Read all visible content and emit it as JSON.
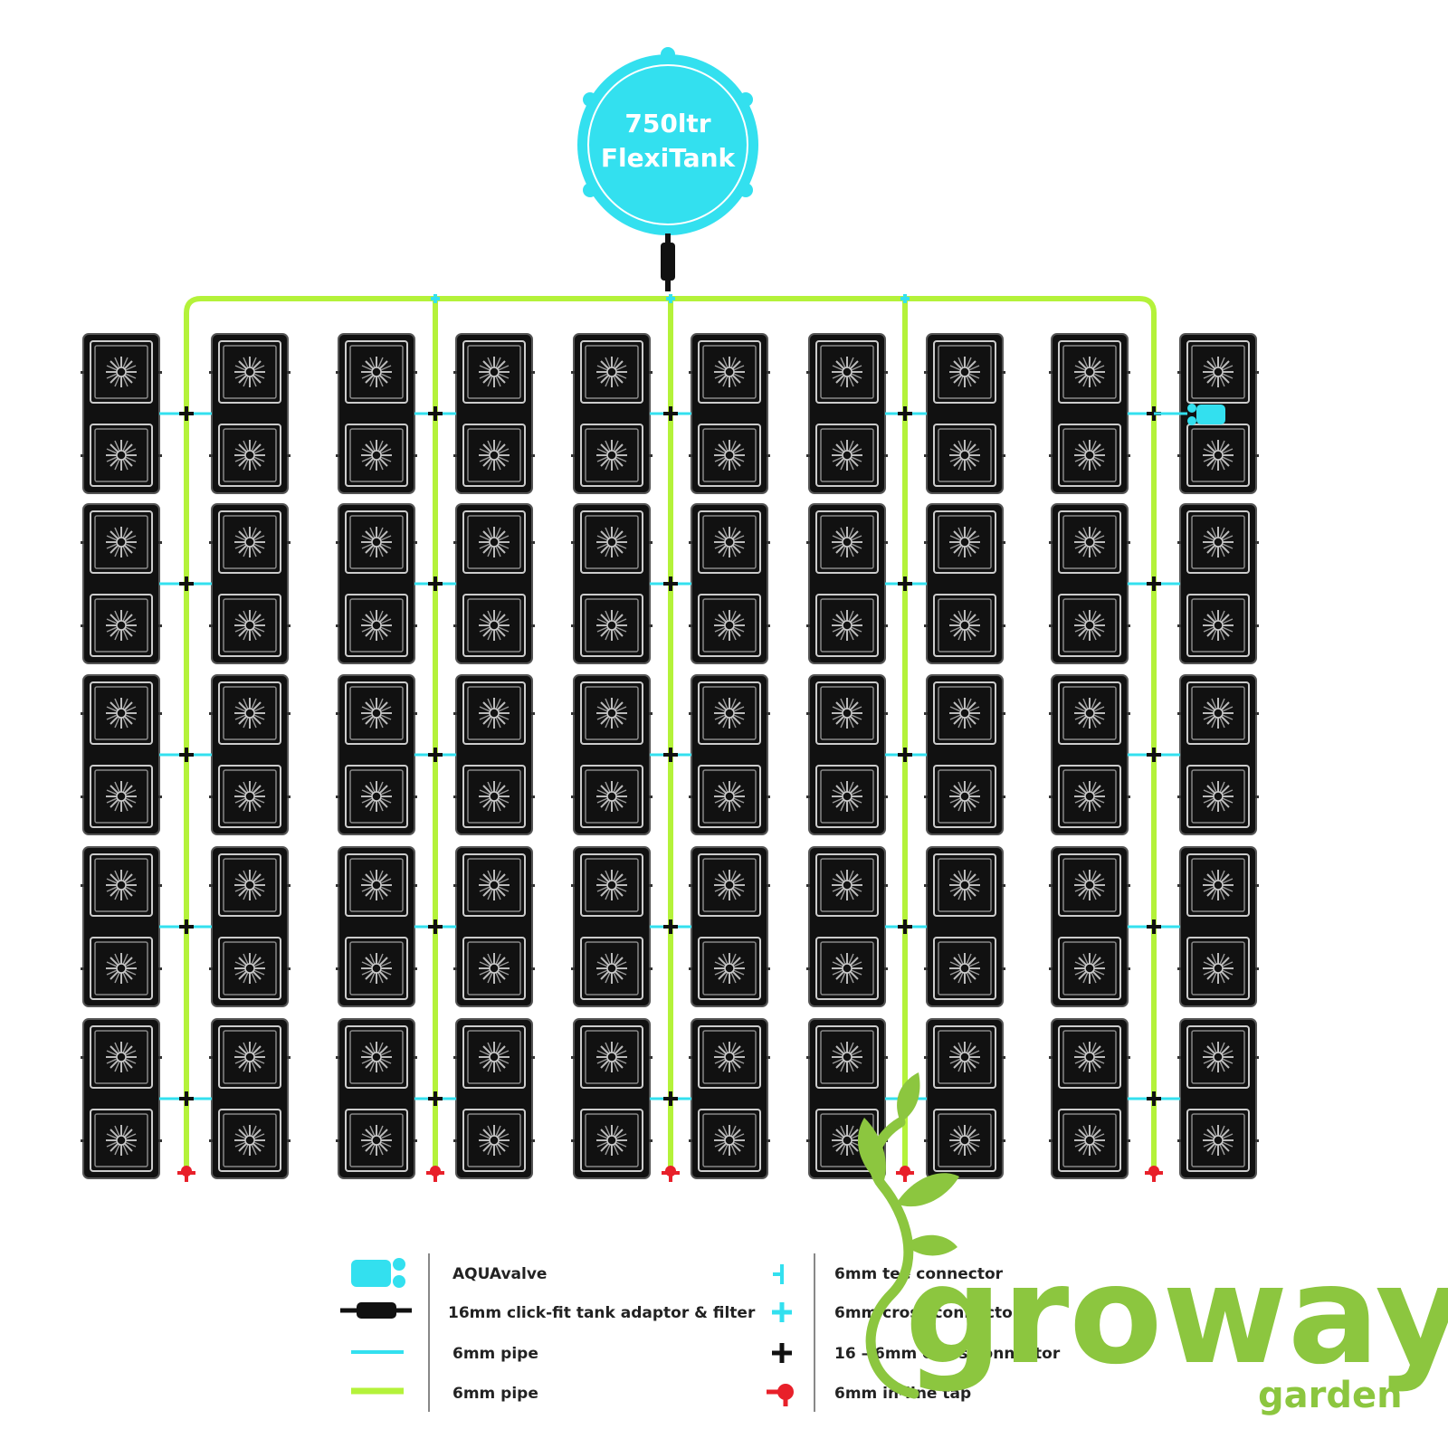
{
  "tank": {
    "line1": "750ltr",
    "line2": "FlexiTank"
  },
  "layout": {
    "pot_columns": 10,
    "pot_rows": 5,
    "pipe_columns": 5,
    "pots_per_container": 2
  },
  "legend": {
    "left": [
      {
        "icon": "aquavalve-icon",
        "label": "AQUAvalve"
      },
      {
        "icon": "tank-adaptor-filter-icon",
        "label": "16mm click-fit tank adaptor & filter"
      },
      {
        "icon": "pipe-cyan-icon",
        "label": "6mm pipe"
      },
      {
        "icon": "pipe-green-icon",
        "label": "6mm pipe"
      }
    ],
    "right": [
      {
        "icon": "tee-connector-icon",
        "label": "6mm tee connector"
      },
      {
        "icon": "cross-connector-cyan-icon",
        "label": "6mm cross connector"
      },
      {
        "icon": "cross-connector-black-icon",
        "label": "16 – 6mm cross connector"
      },
      {
        "icon": "inline-tap-icon",
        "label": "6mm in-line tap"
      }
    ]
  },
  "brand": {
    "name": "groway",
    "sub": "garden"
  },
  "colors": {
    "cyan": "#33e0ef",
    "green": "#b4f23a",
    "black": "#111111",
    "red": "#e8202a",
    "brand_green": "#8cc63f"
  }
}
